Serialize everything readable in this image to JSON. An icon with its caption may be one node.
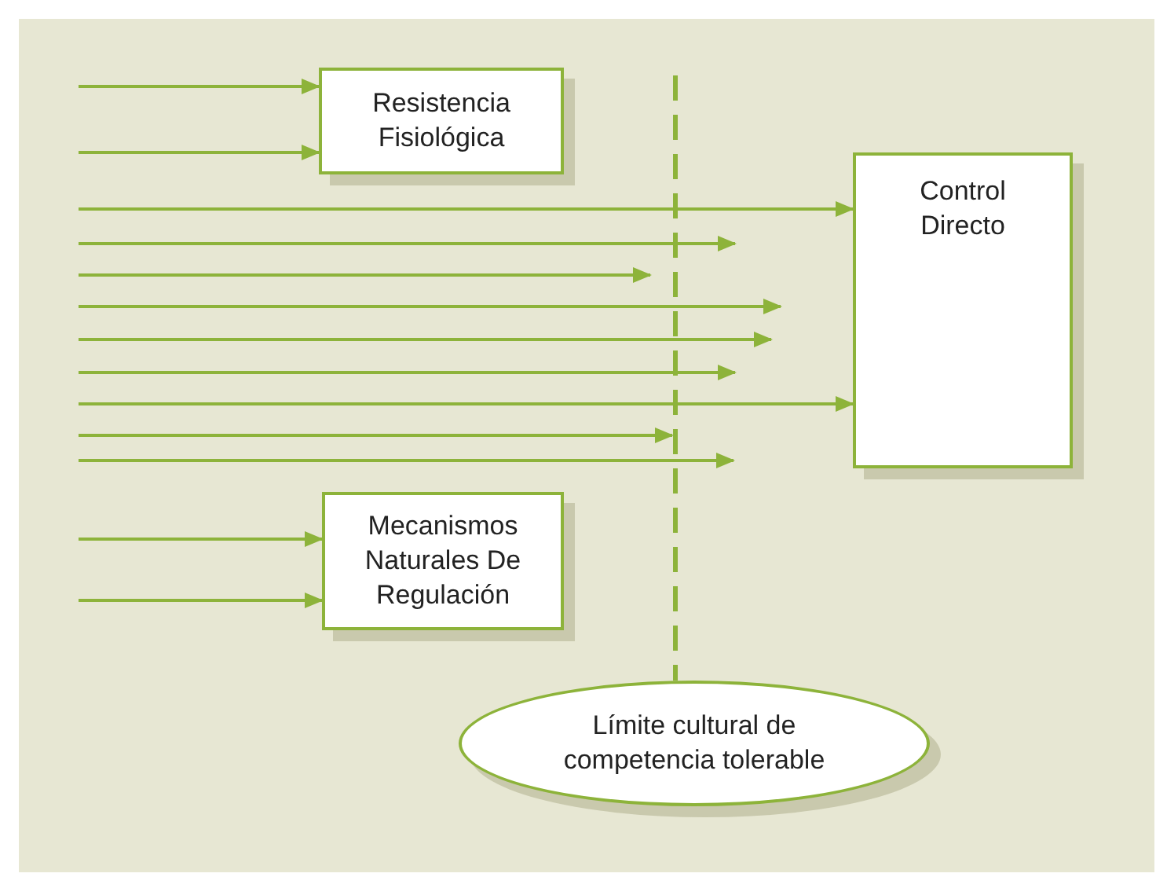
{
  "diagram": {
    "nodes": [
      {
        "text": [
          "Resistencia Fisiológica"
        ]
      },
      {
        "text": [
          "Control Directo"
        ]
      },
      {
        "text": [
          "Mecanismos Naturales De Regulación"
        ]
      },
      {
        "text": [
          "Límite cultural de competencia tolerable"
        ]
      }
    ],
    "edges": [
      {
        "from": null,
        "to": 0,
        "arrow": "to"
      },
      {
        "from": null,
        "to": 0,
        "arrow": "to"
      },
      {
        "from": null,
        "to": 1,
        "arrow": "to"
      },
      {
        "from": null,
        "to": 1,
        "arrow": "to"
      },
      {
        "from": null,
        "to": 2,
        "arrow": "to"
      },
      {
        "from": null,
        "to": 2,
        "arrow": "to"
      },
      {
        "from": null,
        "to": 3,
        "arrow": "none",
        "style": "dashed"
      }
    ]
  }
}
